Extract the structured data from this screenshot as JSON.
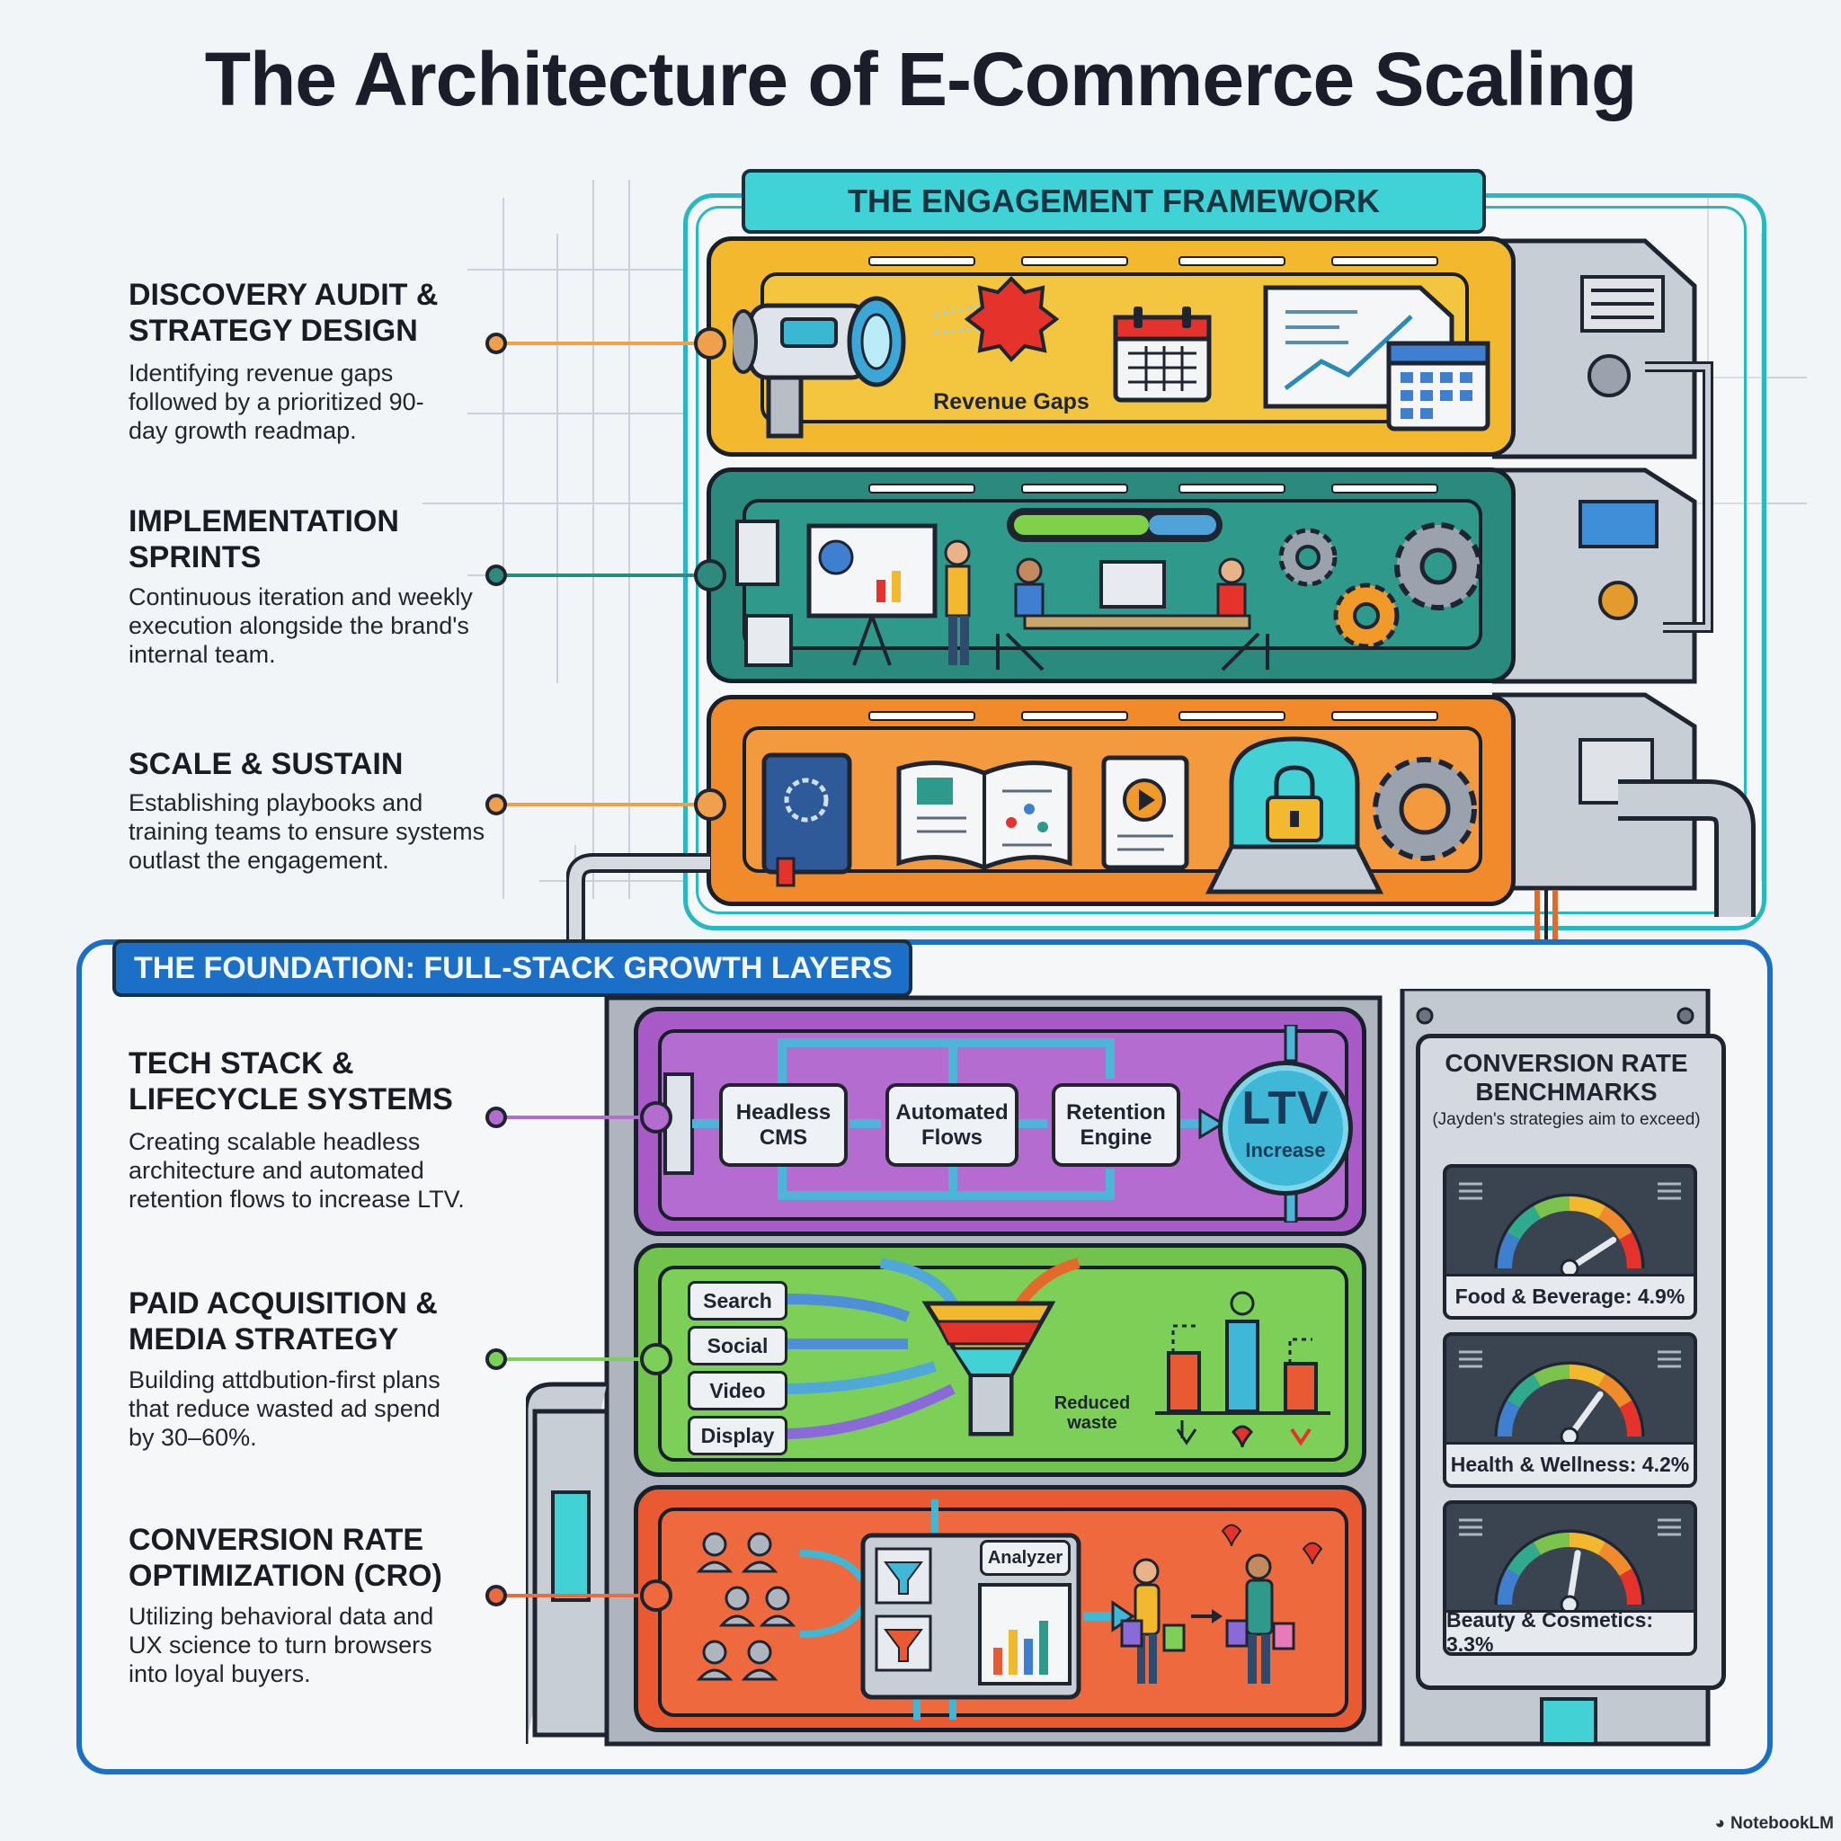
{
  "title": "The Architecture of E-Commerce Scaling",
  "engagement": {
    "banner": "THE ENGAGEMENT FRAMEWORK",
    "steps": [
      {
        "title": "DISCOVERY AUDIT & STRATEGY DESIGN",
        "desc": "Identifying revenue gaps followed by a prioritized 90-day growth readmap."
      },
      {
        "title": "IMPLEMENTATION SPRINTS",
        "desc": "Continuous iteration and weekly execution alongside the brand's internal team."
      },
      {
        "title": "SCALE & SUSTAIN",
        "desc": "Establishing playbooks and training teams to ensure systems outlast the engagement."
      }
    ],
    "revenue_gaps_label": "Revenue Gaps"
  },
  "foundation": {
    "banner": "THE FOUNDATION: FULL-STACK GROWTH LAYERS",
    "layers": [
      {
        "title": "TECH STACK & LIFECYCLE SYSTEMS",
        "desc": "Creating scalable headless architecture and automated retention flows to increase LTV."
      },
      {
        "title": "PAID ACQUISITION & MEDIA STRATEGY",
        "desc": "Building attdbution-first plans that reduce wasted ad spend by 30–60%."
      },
      {
        "title": "CONVERSION RATE OPTIMIZATION (CRO)",
        "desc": "Utilizing behavioral data and UX science to turn browsers into loyal buyers."
      }
    ],
    "flow": {
      "headless": "Headless CMS",
      "automated": "Automated Flows",
      "retention": "Retention Engine",
      "ltv": "LTV",
      "ltv_sub": "Increase"
    },
    "channels": [
      "Search",
      "Social",
      "Video",
      "Display"
    ],
    "reduced_waste": "Reduced waste",
    "analyzer": "Analyzer"
  },
  "benchmarks": {
    "title": "CONVERSION RATE BENCHMARKS",
    "subtitle": "(Jayden's strategies aim to exceed)",
    "items": [
      {
        "label": "Food & Beverage: 4.9%",
        "value": 4.9
      },
      {
        "label": "Health & Wellness: 4.2%",
        "value": 4.2
      },
      {
        "label": "Beauty & Cosmetics: 3.3%",
        "value": 3.3
      }
    ]
  },
  "footer": "NotebookLM",
  "colors": {
    "teal": "#27b8c4",
    "blue": "#1b6fc7",
    "yellow": "#f2b92e",
    "green_teal": "#2a8a7e",
    "orange": "#f08a2a",
    "purple": "#a85bc6",
    "green": "#72c34e",
    "red_orange": "#ea5a32"
  }
}
